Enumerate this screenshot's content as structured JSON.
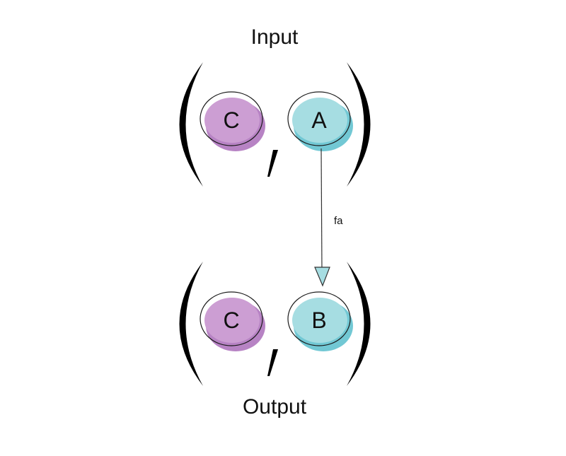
{
  "diagram": {
    "input_label": "Input",
    "output_label": "Output",
    "edge_label": "fa",
    "input_nodes": [
      {
        "letter": "C",
        "color": "#cc9ed3",
        "shade": "#b783c4"
      },
      {
        "letter": "A",
        "color": "#a6dde2",
        "shade": "#72c8d4"
      }
    ],
    "output_nodes": [
      {
        "letter": "C",
        "color": "#cc9ed3",
        "shade": "#b783c4"
      },
      {
        "letter": "B",
        "color": "#a6dde2",
        "shade": "#72c8d4"
      }
    ]
  }
}
